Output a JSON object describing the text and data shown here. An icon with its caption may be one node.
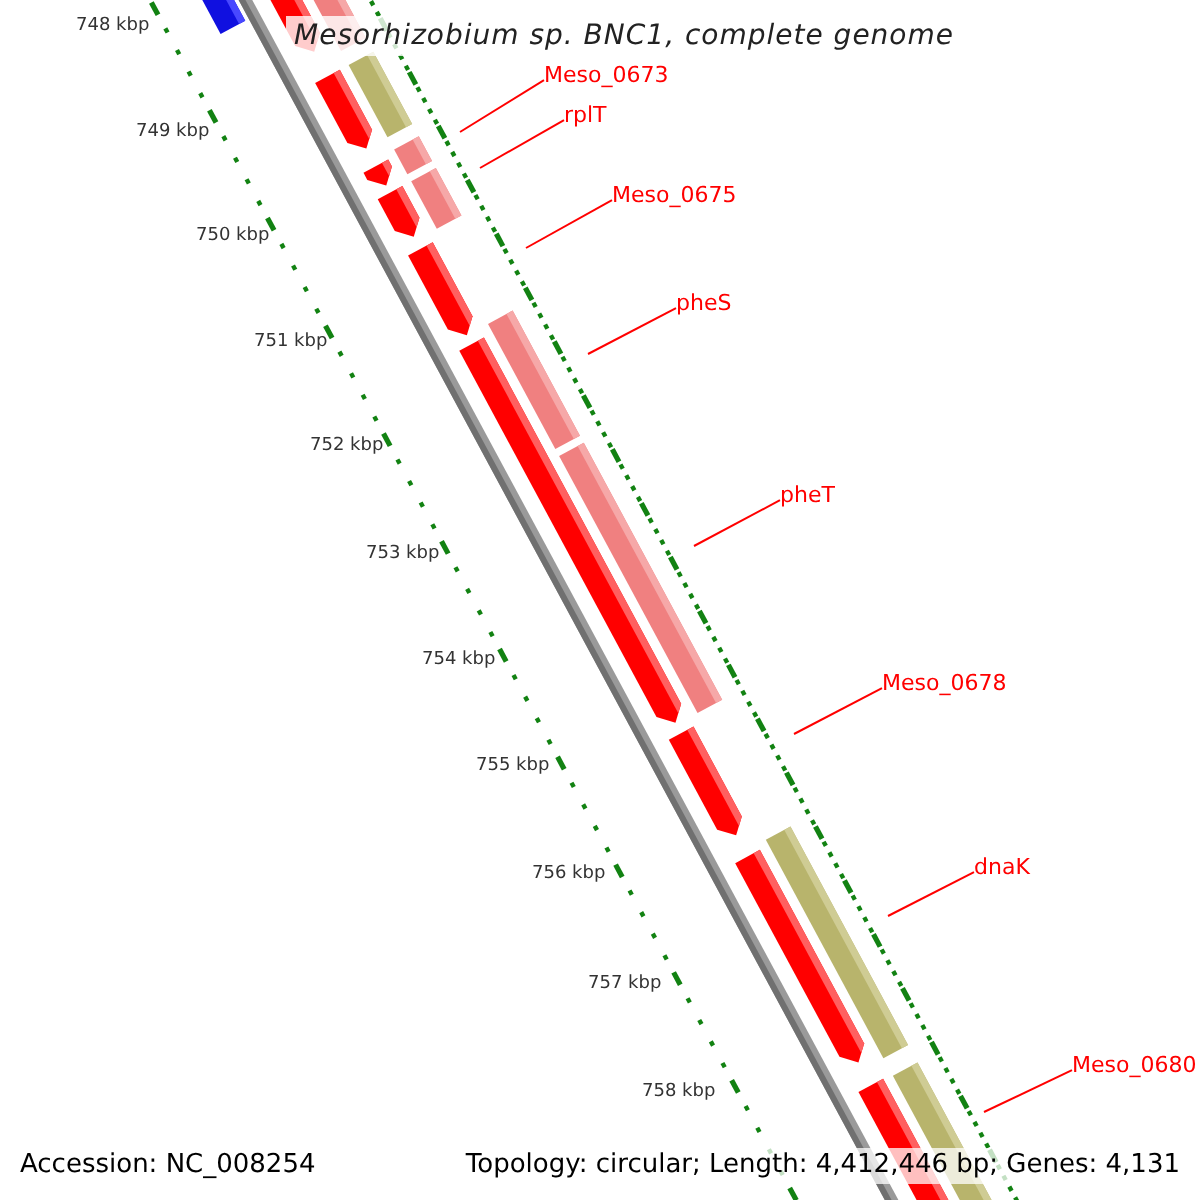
{
  "diagram": {
    "title": "Mesorhizobium sp. BNC1, complete genome",
    "nodes": [
      {
        "text": [
          "Meso_0673"
        ]
      },
      {
        "text": [
          "rplT"
        ]
      },
      {
        "text": [
          "Meso_0675"
        ]
      },
      {
        "text": [
          "pheS"
        ]
      },
      {
        "text": [
          "pheT"
        ]
      },
      {
        "text": [
          "Meso_0678"
        ]
      },
      {
        "text": [
          "dnaK"
        ]
      },
      {
        "text": [
          "Meso_0680"
        ]
      }
    ],
    "edges": [
      {
        "from": 0,
        "to": null,
        "arrow": "none"
      },
      {
        "from": 1,
        "to": null,
        "arrow": "none"
      },
      {
        "from": 2,
        "to": null,
        "arrow": "none"
      },
      {
        "from": 3,
        "to": null,
        "arrow": "none"
      },
      {
        "from": 4,
        "to": null,
        "arrow": "none"
      },
      {
        "from": 5,
        "to": null,
        "arrow": "none"
      },
      {
        "from": 6,
        "to": null,
        "arrow": "none"
      },
      {
        "from": 7,
        "to": null,
        "arrow": "none"
      }
    ],
    "labels": [
      "748 kbp",
      "749 kbp",
      "750 kbp",
      "751 kbp",
      "752 kbp",
      "753 kbp",
      "754 kbp",
      "755 kbp",
      "756 kbp",
      "757 kbp",
      "758 kbp",
      "Accession: NC_008254",
      "Topology: circular; Length: 4,412,446 bp; Genes: 4,131"
    ]
  }
}
